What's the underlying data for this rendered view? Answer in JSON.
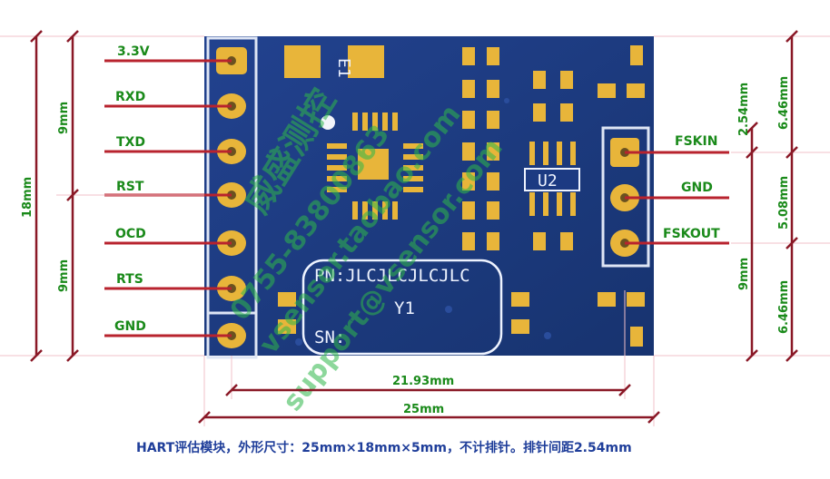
{
  "left_pins": [
    "3.3V",
    "RXD",
    "TXD",
    "RST",
    "OCD",
    "RTS",
    "GND"
  ],
  "right_pins": [
    "FSKIN",
    "GND",
    "FSKOUT"
  ],
  "left_dims": {
    "top_9mm": "9mm",
    "bottom_9mm": "9mm",
    "total": "18mm"
  },
  "right_dims": {
    "top": "6.46mm",
    "pitch1": "2.54mm",
    "mid": "5.08mm",
    "nine": "9mm",
    "bottom": "6.46mm"
  },
  "bottom_dims": {
    "inner": "21.93mm",
    "outer": "25mm"
  },
  "board": {
    "pn": "PN:JLCJLCJLCJLC",
    "y1": "Y1",
    "sn": "SN:",
    "e1": "E1",
    "u2": "U2"
  },
  "watermark": {
    "line1": "威盛测控",
    "line2": "0755-83800863",
    "line3": "vsensor.taobao.com",
    "line4": "support@vsensor.com"
  },
  "caption": "HART评估模块，外形尺寸：25mm×18mm×5mm，不计排针。排针间距2.54mm",
  "colors": {
    "board": "#1c3a82",
    "pad": "#e8b53a",
    "trace": "#b8232e",
    "dim": "#8a1826",
    "label": "#1a8a1a",
    "caption": "#1f3e9a"
  }
}
